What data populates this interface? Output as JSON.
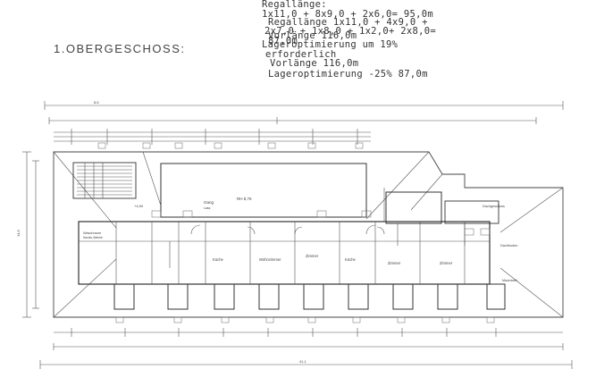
{
  "header": {
    "title": "1.OBERGESCHOSS:"
  },
  "annotations": {
    "regal_heading": "Regallänge:",
    "regal_line1": "1x11,0 + 8x9,0 + 2x6,0= 95,0m",
    "regal_heading_2": "Regallänge 1x11,0 + 4x9,0 +",
    "regal_line2": "2x7,0 + 1x8,0 + 1x2,0+ 2x8,0=",
    "regal_line2_total": "87,0m",
    "vorlange_1": "Vorlänge 116,0m",
    "lageropt_1": "Lageroptimierung um 19%",
    "lageropt_1b": "erforderlich",
    "vorlange_2": "Vorlänge 116,0m",
    "lageropt_2": "Lageroptimierung -25%  87,0m"
  },
  "rooms": {
    "gang": "Gang",
    "gang_sub": "Lass",
    "room_area": "RH 8,75",
    "waschraum": "Waschraum",
    "waschraum_sub": "Handw. Betrieb",
    "kueche_1": "Küche",
    "wohnzimmer": "Wohnzimmer",
    "zimmer_1": "Zimmer",
    "kueche_2": "Küche",
    "zimmer_2": "Zimmer",
    "zimmer_3": "Zimmer",
    "dachgeschoss": "Dachgeschoss",
    "dachboden": "Dachboden",
    "mauer": "Mauerwerk"
  },
  "dimensions": {
    "total": "41,1",
    "top": "8,6",
    "side": "14,9",
    "elev": "+4,59"
  }
}
